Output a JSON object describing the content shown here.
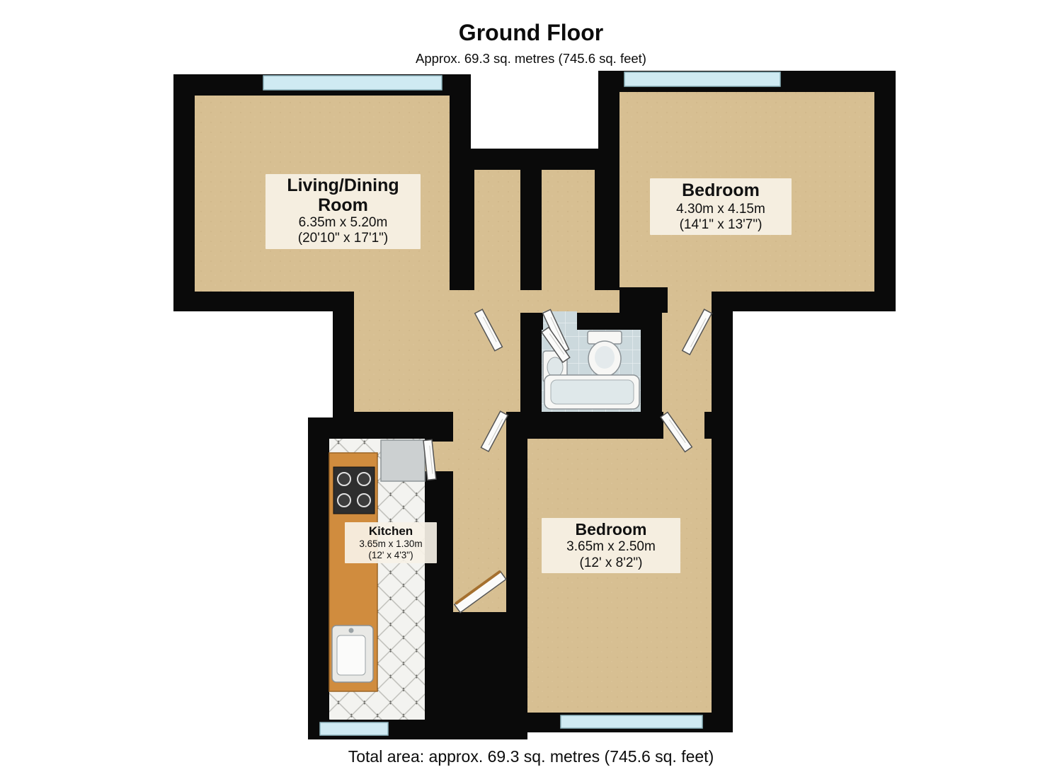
{
  "header": {
    "title": "Ground Floor",
    "subtitle": "Approx. 69.3 sq. metres (745.6 sq. feet)"
  },
  "footer": {
    "total_area": "Total area: approx. 69.3 sq. metres (745.6 sq. feet)"
  },
  "rooms": [
    {
      "name": "Living/Dining Room",
      "metric": "6.35m x 5.20m",
      "imperial": "(20'10\" x 17'1\")"
    },
    {
      "name": "Bedroom",
      "metric": "4.30m x 4.15m",
      "imperial": "(14'1\" x 13'7\")"
    },
    {
      "name": "Kitchen",
      "metric": "3.65m x 1.30m",
      "imperial": "(12' x 4'3\")"
    },
    {
      "name": "Bedroom",
      "metric": "3.65m x 2.50m",
      "imperial": "(12' x 8'2\")"
    }
  ],
  "colors": {
    "wall": "#0a0a0a",
    "floor": "#d7bf92",
    "window": "#cfeaf2",
    "kitchen_counter": "#d08c3e",
    "bathroom_tile": "#ccd9dd",
    "label_background": "#f7f2e7"
  }
}
